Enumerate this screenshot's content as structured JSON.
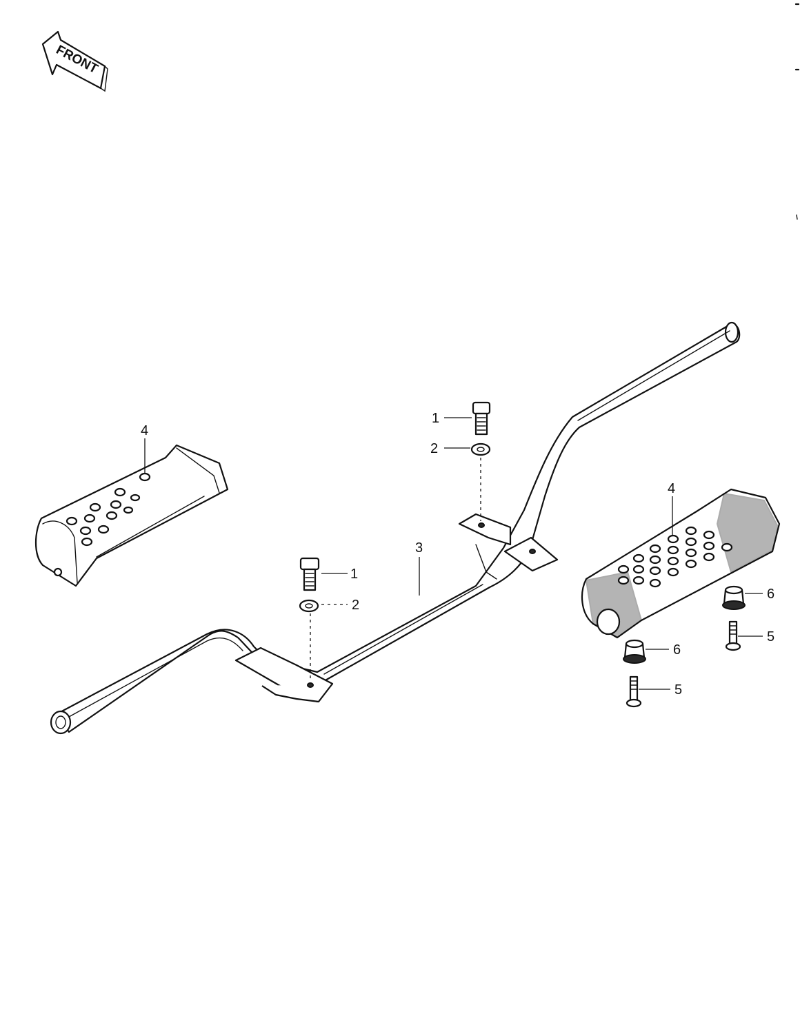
{
  "orientation": {
    "front_label": "FRONT"
  },
  "callouts": {
    "bolt_upper": "1",
    "washer_upper": "2",
    "bolt_lower": "1",
    "washer_lower": "2",
    "bar": "3",
    "footpeg_left": "4",
    "footpeg_right": "4",
    "collar_upper": "6",
    "screw_upper": "5",
    "collar_lower": "6",
    "screw_lower": "5"
  },
  "parts": [
    {
      "number": "1",
      "name": "bolt"
    },
    {
      "number": "2",
      "name": "washer"
    },
    {
      "number": "3",
      "name": "footpeg-bar"
    },
    {
      "number": "4",
      "name": "footpeg-rubber"
    },
    {
      "number": "5",
      "name": "screw"
    },
    {
      "number": "6",
      "name": "collar"
    }
  ]
}
